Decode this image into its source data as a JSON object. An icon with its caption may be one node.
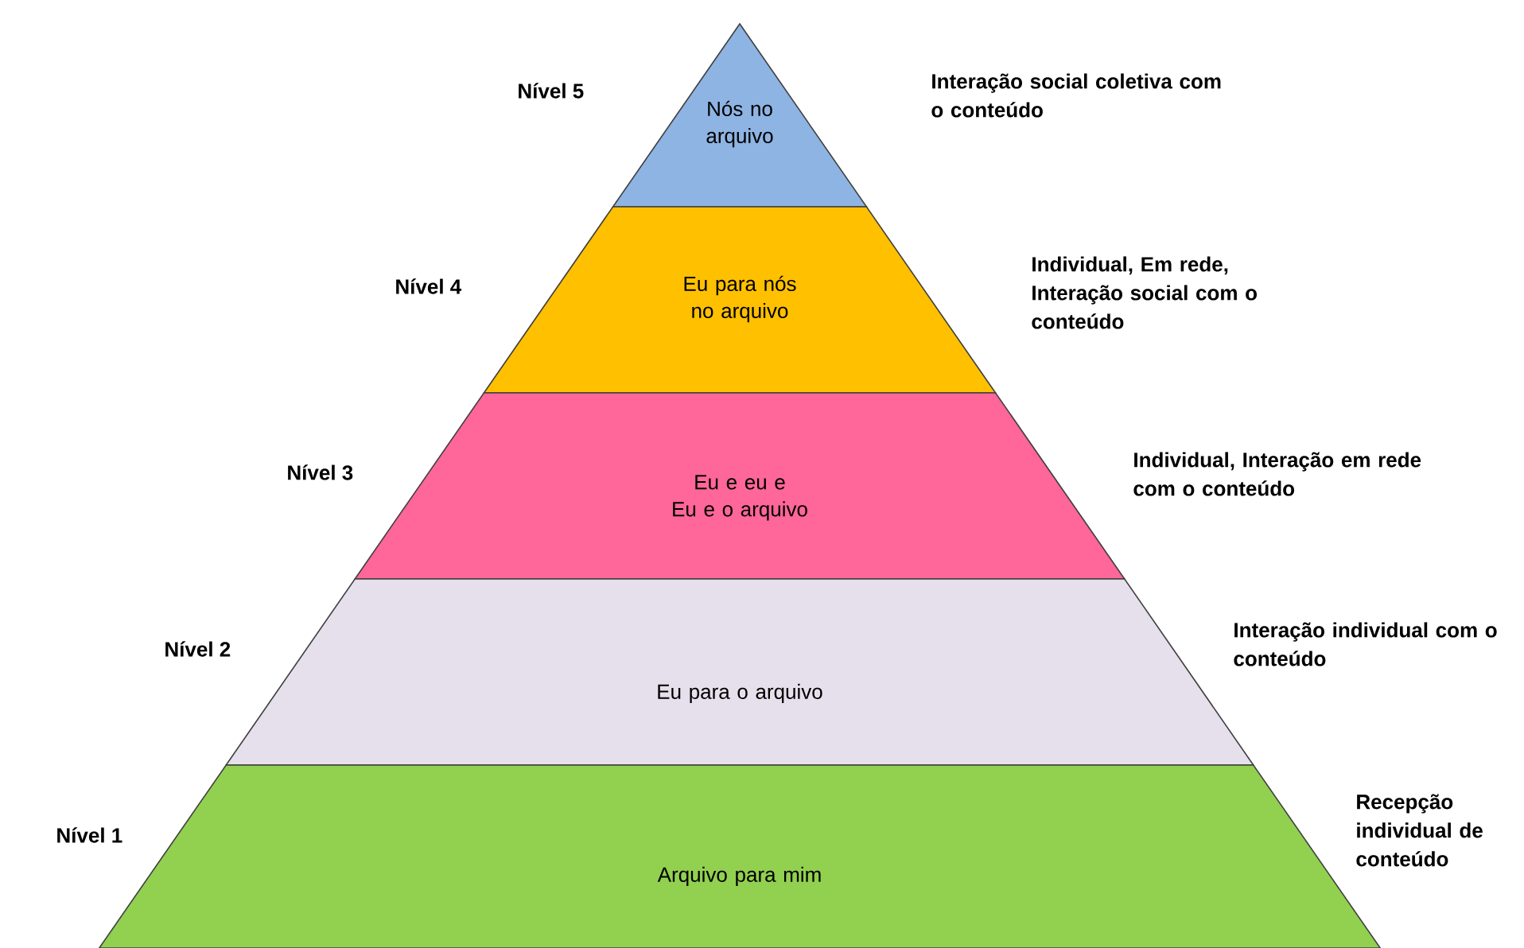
{
  "diagram": {
    "nodes": [
      {
        "text": [
          "Nós no arquivo"
        ],
        "beside": [
          "Nível 5",
          "Interação social coletiva com o conteúdo"
        ]
      },
      {
        "text": [
          "Eu para nós no arquivo"
        ],
        "beside": [
          "Nível 4",
          "Individual, Em rede, Interação social com o conteúdo"
        ]
      },
      {
        "text": [
          "Eu e eu e",
          "Eu e o arquivo"
        ],
        "beside": [
          "Nível 3",
          "Individual, Interação em rede com o conteúdo"
        ]
      },
      {
        "text": [
          "Eu para o arquivo"
        ],
        "beside": [
          "Nível 2",
          "Interação individual com o conteúdo"
        ]
      },
      {
        "text": [
          "Arquivo para mim"
        ],
        "beside": [
          "Nível 1",
          "Recepção individual de conteúdo"
        ]
      }
    ]
  }
}
